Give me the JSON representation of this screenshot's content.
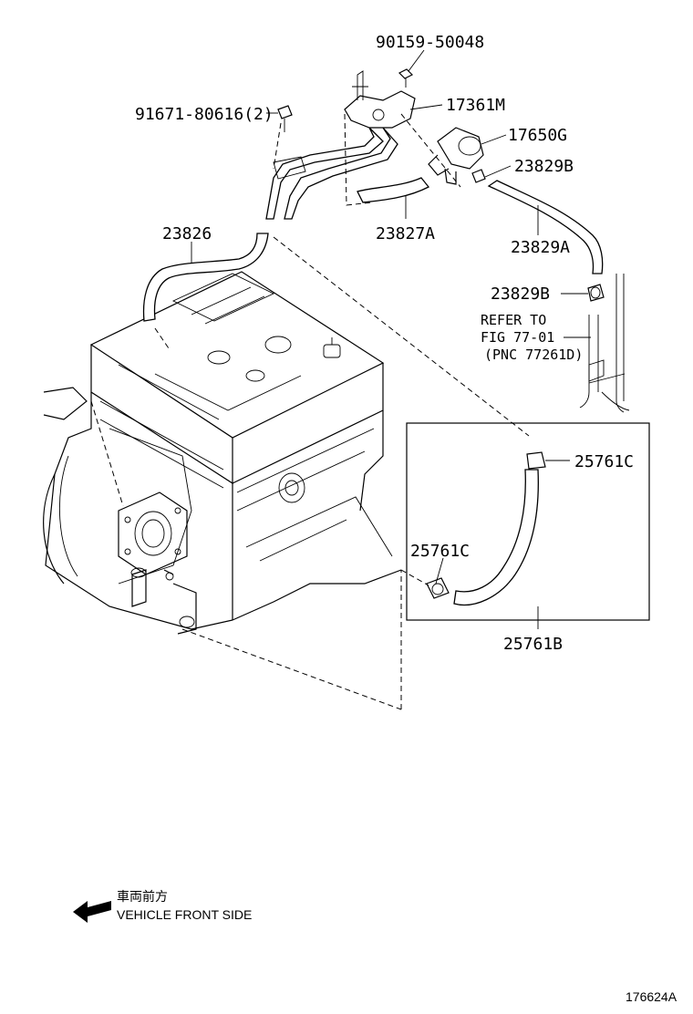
{
  "parts": {
    "p_90159": "90159-50048",
    "p_17361M": "17361M",
    "p_91671": "91671-80616(2)",
    "p_17650G": "17650G",
    "p_23829B_top": "23829B",
    "p_23827A": "23827A",
    "p_23826": "23826",
    "p_23829A": "23829A",
    "p_23829B_mid": "23829B",
    "p_25761C_right": "25761C",
    "p_25761C_left": "25761C",
    "p_25761B": "25761B"
  },
  "refer": {
    "line1": "REFER TO",
    "line2": "FIG 77-01",
    "line3": "(PNC 77261D)"
  },
  "direction": {
    "jp": "車両前方",
    "en": "VEHICLE FRONT SIDE",
    "arrow_icon": "left-arrow-icon"
  },
  "figure_id": "176624A"
}
